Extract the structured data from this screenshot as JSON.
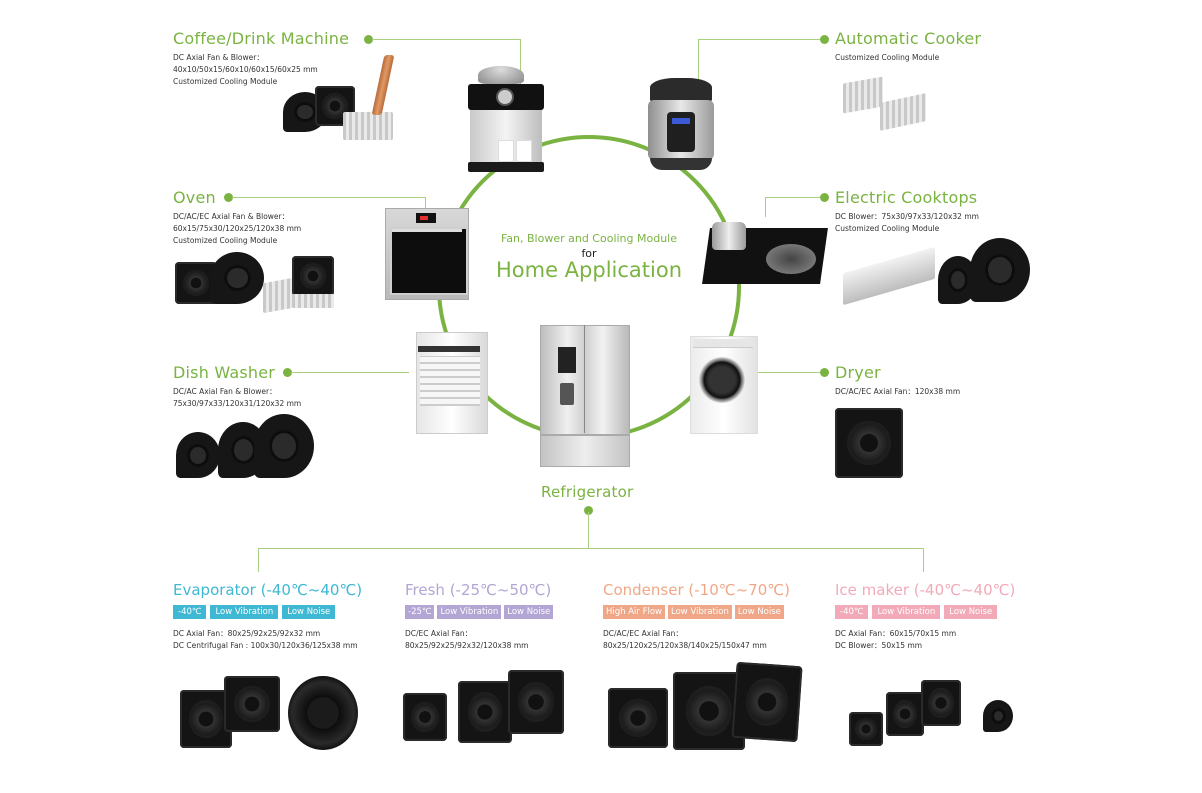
{
  "center": {
    "subtitle": "Fan, Blower and Cooling Module",
    "for": "for",
    "title": "Home Application"
  },
  "colors": {
    "brand_green": "#7ab342",
    "evaporator": "#3fb8d4",
    "fresh": "#b3a5d4",
    "condenser": "#f0a787",
    "ice_maker": "#f2aab9"
  },
  "applications": {
    "coffee": {
      "title": "Coffee/Drink Machine",
      "lines": [
        "DC Axial Fan & Blower：",
        "40x10/50x15/60x10/60x15/60x25 mm",
        "Customized Cooling Module"
      ]
    },
    "cooker": {
      "title": "Automatic Cooker",
      "lines": [
        "Customized Cooling Module"
      ]
    },
    "oven": {
      "title": "Oven",
      "lines": [
        "DC/AC/EC Axial Fan & Blower：",
        "60x15/75x30/120x25/120x38 mm",
        "Customized Cooling Module"
      ]
    },
    "cooktops": {
      "title": "Electric Cooktops",
      "lines": [
        "DC Blower：75x30/97x33/120x32 mm",
        "Customized Cooling Module"
      ]
    },
    "dishwasher": {
      "title": "Dish Washer",
      "lines": [
        "DC/AC Axial Fan & Blower：",
        "75x30/97x33/120x31/120x32 mm"
      ]
    },
    "dryer": {
      "title": "Dryer",
      "lines": [
        "DC/AC/EC Axial Fan：120x38 mm"
      ]
    },
    "refrigerator": {
      "title": "Refrigerator"
    }
  },
  "refrigerator_parts": [
    {
      "title": "Evaporator (-40℃~40℃)",
      "tags": [
        "-40℃",
        "Low Vibration",
        "Low Noise"
      ],
      "lines": [
        "DC Axial Fan：80x25/92x25/92x32 mm",
        "DC Centrifugal Fan : 100x30/120x36/125x38 mm"
      ]
    },
    {
      "title": "Fresh (-25℃~50℃)",
      "tags": [
        "-25℃",
        "Low Vibration",
        "Low Noise"
      ],
      "lines": [
        "DC/EC Axial Fan：",
        "80x25/92x25/92x32/120x38 mm"
      ]
    },
    {
      "title": "Condenser (-10℃~70℃)",
      "tags": [
        "High Air Flow",
        "Low Vibration",
        "Low Noise"
      ],
      "lines": [
        "DC/AC/EC Axial Fan：",
        "80x25/120x25/120x38/140x25/150x47 mm"
      ]
    },
    {
      "title": "Ice maker (-40℃~40℃)",
      "tags": [
        "-40℃",
        "Low Vibration",
        "Low Noise"
      ],
      "lines": [
        "DC Axial Fan：60x15/70x15 mm",
        "DC Blower：50x15 mm"
      ]
    }
  ]
}
